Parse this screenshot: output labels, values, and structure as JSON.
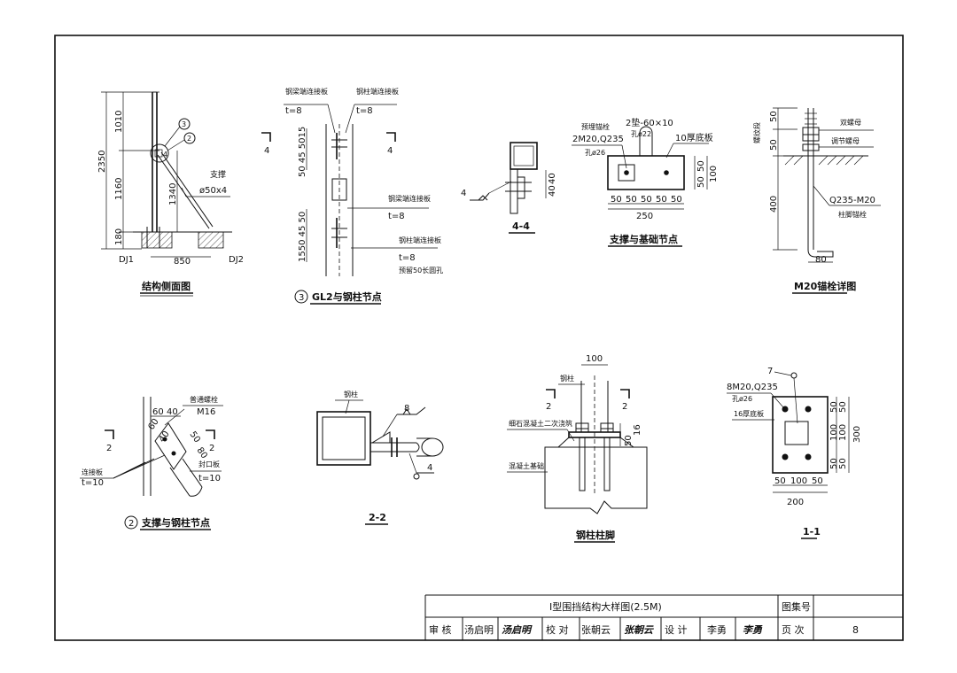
{
  "title_block": {
    "drawing_name": "I型围挡结构大样图(2.5M)",
    "atlas_label": "图集号",
    "atlas_value": "",
    "page_label": "页  次",
    "page_number": "8",
    "roles": [
      {
        "role": "审  核",
        "name": "汤启明",
        "signature": "汤启明"
      },
      {
        "role": "校  对",
        "name": "张朝云",
        "signature": "张朝云"
      },
      {
        "role": "设  计",
        "name": "李勇",
        "signature": "李勇"
      }
    ]
  },
  "details": {
    "side_elevation": {
      "title": "结构侧面图",
      "dims": [
        "2350",
        "1010",
        "1160",
        "180",
        "1340",
        "850"
      ],
      "labels": [
        "支撑",
        "ø50x4",
        "DJ1",
        "DJ2"
      ],
      "callouts": [
        "3",
        "2",
        "4"
      ]
    },
    "gl2_node": {
      "number": "3",
      "title": "GL2与钢柱节点",
      "dims": [
        "50 45 5015",
        "1550 45 50"
      ],
      "labels": [
        "钢梁端连接板",
        "钢柱端连接板",
        "t=8",
        "t=8",
        "钢梁端连接板",
        "t=8",
        "钢柱端连接板",
        "t=8",
        "预留50长圆孔"
      ],
      "section_mark": "4"
    },
    "section_4_4": {
      "title": "4-4",
      "dims": [
        "40",
        "40"
      ],
      "weld_mark": "4"
    },
    "brace_foundation": {
      "title": "支撑与基础节点",
      "labels": [
        "预埋锚栓",
        "2M20,Q235",
        "孔ø26",
        "2垫-60×10",
        "孔ø22",
        "10厚底板"
      ],
      "dims": [
        "50",
        "50",
        "50",
        "50",
        "50",
        "250",
        "50",
        "50",
        "100"
      ]
    },
    "anchor_bolt": {
      "title": "M20锚栓详图",
      "labels": [
        "螺纹段",
        "双螺母",
        "调节螺母",
        "Q235-M20",
        "柱脚锚栓"
      ],
      "dims": [
        "50",
        "50",
        "400",
        "80"
      ]
    },
    "brace_column": {
      "number": "2",
      "title": "支撑与钢柱节点",
      "labels": [
        "普通螺栓",
        "M16",
        "连接板",
        "t=10",
        "封口板",
        "t=10"
      ],
      "dims": [
        "60",
        "40",
        "60",
        "40",
        "50",
        "80"
      ],
      "section_mark": "2"
    },
    "section_2_2": {
      "title": "2-2",
      "labels": [
        "钢柱"
      ],
      "weld_marks": [
        "8",
        "4"
      ]
    },
    "column_foot": {
      "title": "钢柱柱脚",
      "labels": [
        "钢柱",
        "细石混凝土二次浇筑",
        "混凝土基础"
      ],
      "dims": [
        "100",
        "50",
        "16"
      ],
      "section_mark": "2"
    },
    "section_1_1": {
      "title": "1-1",
      "labels": [
        "8M20,Q235",
        "孔ø26",
        "16厚底板"
      ],
      "weld_mark": "7",
      "dims": [
        "50",
        "100",
        "50",
        "50",
        "100",
        "50",
        "50",
        "300",
        "200"
      ]
    }
  }
}
